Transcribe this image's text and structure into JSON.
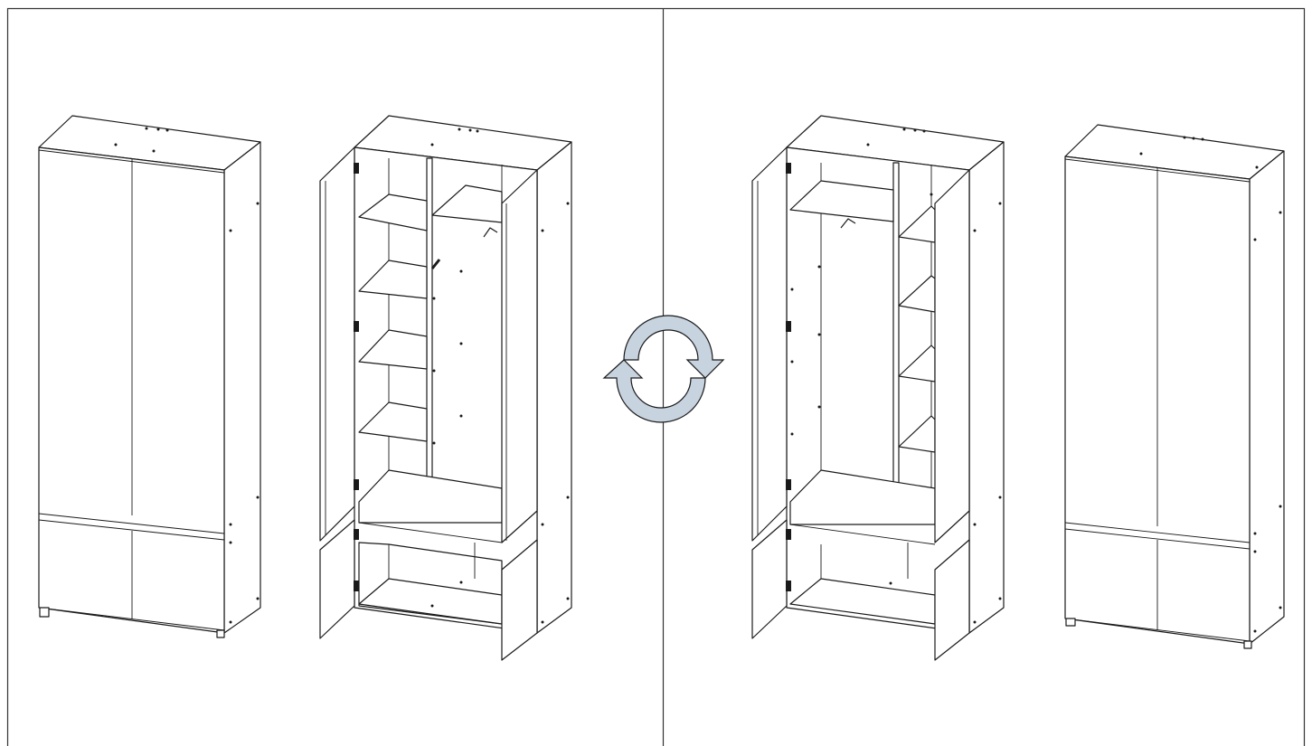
{
  "figure": {
    "panels": [
      {
        "id": "left",
        "views": [
          "closed",
          "open"
        ],
        "layout": "shelves-left-hanging-right"
      },
      {
        "id": "right",
        "views": [
          "open",
          "closed"
        ],
        "layout": "hanging-left-shelves-right"
      }
    ],
    "divider": true,
    "reversible_symbol": {
      "icon": "rotate-arrows-icon",
      "fill": "#c7d3df",
      "stroke": "#1a1a1a"
    }
  },
  "colors": {
    "line": "#1a1a1a",
    "background": "#ffffff",
    "border": "#333333"
  }
}
